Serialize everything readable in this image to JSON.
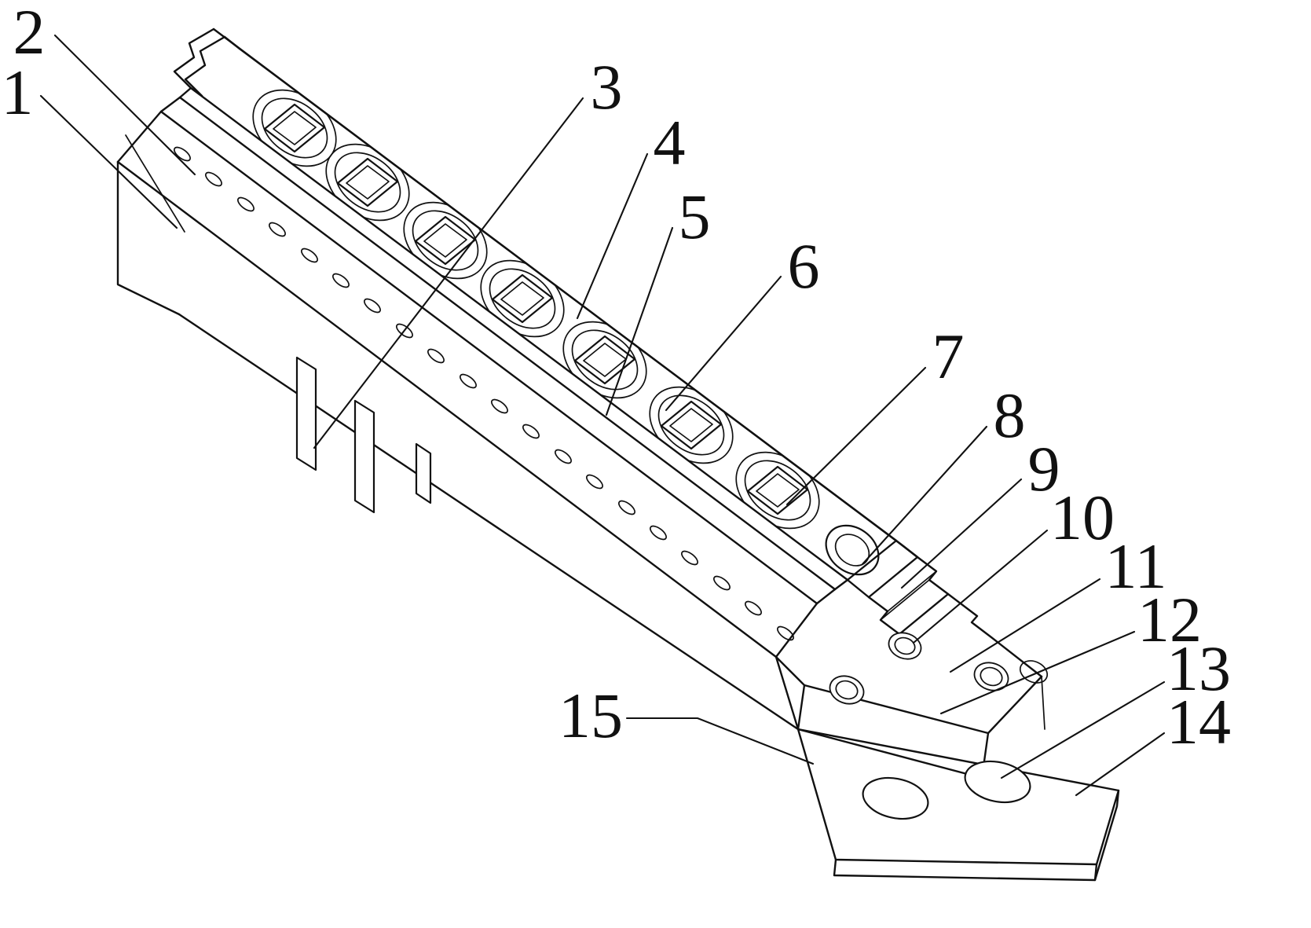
{
  "figure": {
    "kind": "patent-style isometric line drawing of an elongated LED / terminal strip assembly",
    "colors": {
      "background": "#ffffff",
      "line": "#111111"
    }
  },
  "labels": [
    {
      "id": 1,
      "text": "1"
    },
    {
      "id": 2,
      "text": "2"
    },
    {
      "id": 3,
      "text": "3"
    },
    {
      "id": 4,
      "text": "4"
    },
    {
      "id": 5,
      "text": "5"
    },
    {
      "id": 6,
      "text": "6"
    },
    {
      "id": 7,
      "text": "7"
    },
    {
      "id": 8,
      "text": "8"
    },
    {
      "id": 9,
      "text": "9"
    },
    {
      "id": 10,
      "text": "10"
    },
    {
      "id": 11,
      "text": "11"
    },
    {
      "id": 12,
      "text": "12"
    },
    {
      "id": 13,
      "text": "13"
    },
    {
      "id": 14,
      "text": "14"
    },
    {
      "id": 15,
      "text": "15"
    }
  ]
}
